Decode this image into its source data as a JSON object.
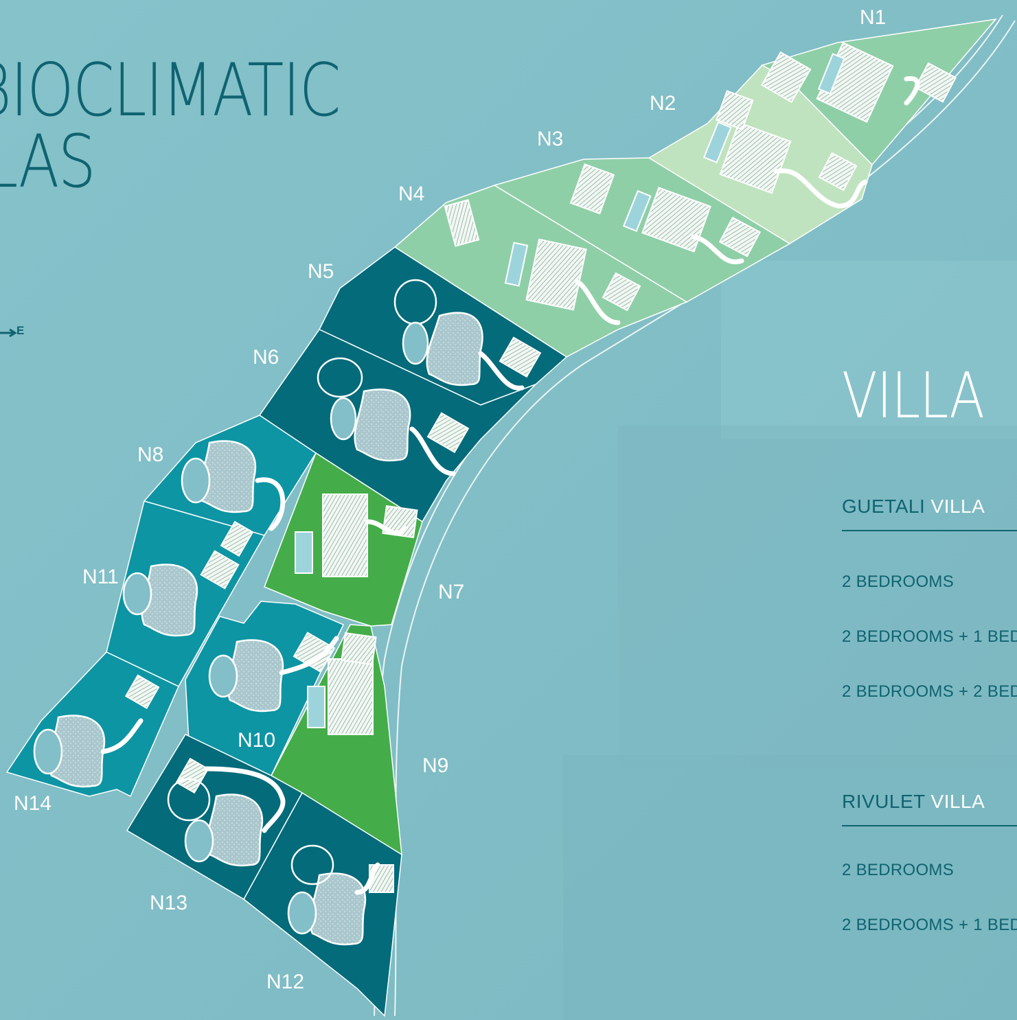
{
  "title": {
    "line1": "BIOCLIMATIC",
    "line2": "LAS"
  },
  "compass": {
    "letter": "E"
  },
  "villa_heading": "VILLA",
  "lots": [
    "N1",
    "N2",
    "N3",
    "N4",
    "N5",
    "N6",
    "N7",
    "N8",
    "N9",
    "N10",
    "N11",
    "N12",
    "N13",
    "N14"
  ],
  "legend": {
    "guetali": {
      "name": "GUETALI",
      "suffix": "VILLA",
      "items": [
        "2 BEDROOMS",
        "2 BEDROOMS + 1 BED",
        "2 BEDROOMS + 2 BED"
      ]
    },
    "rivulet": {
      "name": "RIVULET",
      "suffix": "VILLA",
      "items": [
        "2 BEDROOMS",
        "2 BEDROOMS + 1 BED"
      ]
    }
  },
  "colors": {
    "background": "#82bfc8",
    "dark_teal": "#036b7a",
    "mid_teal": "#0d95a4",
    "grass_green": "#44ad49",
    "pale_green": "#8fcfa7",
    "paler_green": "#bfe3be",
    "text_teal": "#0f6371"
  }
}
